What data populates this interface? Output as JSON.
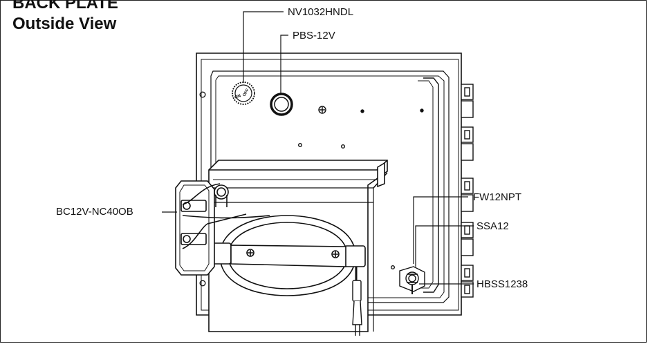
{
  "title": {
    "line1": "BACK PLATE",
    "line2": "Outside View"
  },
  "callouts": {
    "handle_switch": "NV1032HNDL",
    "push_button": "PBS-12V",
    "battery_charger": "BC12V-NC40OB",
    "fitting": "FW12NPT",
    "strain_relief": "SSA12",
    "hose_barb": "HBSS1238"
  },
  "knob": {
    "on": "ON",
    "off": "OFF"
  },
  "colors": {
    "line": "#111111",
    "background": "#ffffff"
  }
}
